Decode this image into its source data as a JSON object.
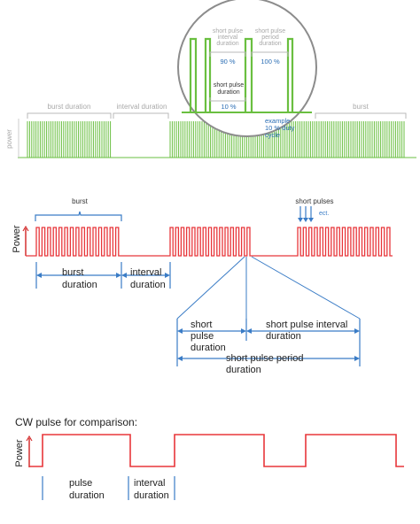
{
  "panel1": {
    "ylabel": "power",
    "burst_label": "burst duration",
    "interval_label": "interval duration",
    "burst_right_label": "burst",
    "zoom": {
      "interval_head": "short pulse\ninterval\nduration",
      "period_head": "short pulse\nperiod\nduration",
      "pct_interval": "90 %",
      "pct_period": "100 %",
      "pulse_head": "short pulse\nduration",
      "pct_pulse": "10 %",
      "example": "example\n10 % duty\ncycle"
    },
    "colors": {
      "pulse": "#6abf40",
      "bracket": "#b9b9b9",
      "text": "#a9a9a9",
      "circle": "#8c8c8c",
      "blue": "#2a6db4"
    }
  },
  "panel2": {
    "ylabel": "Power",
    "burst_label": "burst",
    "short_pulses_label": "short pulses",
    "etc_label": "ect.",
    "burst_duration": "burst\nduration",
    "interval_duration": "interval\nduration",
    "short_pulse_duration": "short\npulse\nduration",
    "short_pulse_interval": "short pulse interval\nduration",
    "short_pulse_period": "short pulse period\nduration",
    "colors": {
      "signal": "#e8363a",
      "axis": "#d43030",
      "annot": "#3a7cc6"
    }
  },
  "panel3": {
    "title": "CW pulse for comparison:",
    "ylabel": "Power",
    "pulse_duration": "pulse\nduration",
    "interval_duration": "interval\nduration",
    "colors": {
      "signal": "#e8363a",
      "annot": "#3a7cc6"
    }
  }
}
